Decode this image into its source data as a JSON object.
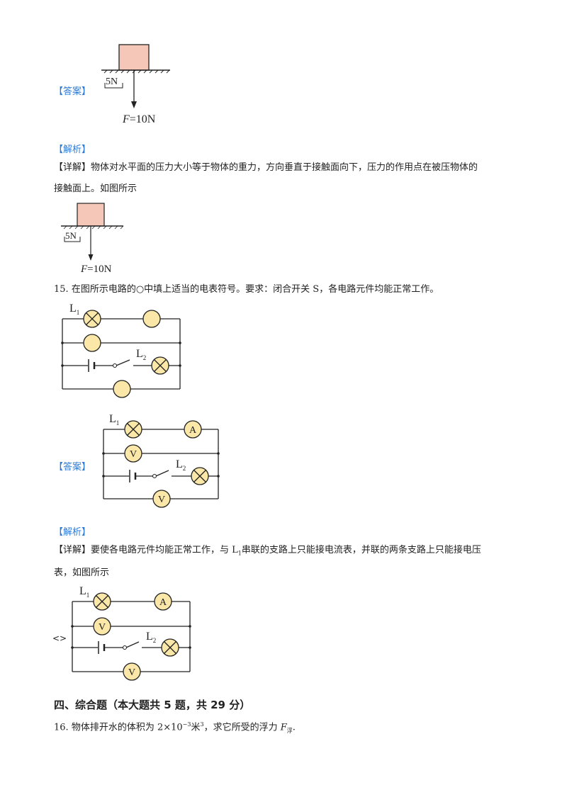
{
  "figure_labels": {
    "scale": "5N",
    "force_symbol": "F",
    "force_value": "=10N",
    "lamp1": "L",
    "lamp1_sub": "1",
    "lamp2": "L",
    "lamp2_sub": "2",
    "ammeter": "A",
    "voltmeter": "V"
  },
  "answer14": {
    "tag": "【答案】"
  },
  "analysis14": {
    "tag": "【解析】",
    "detail_tag": "【详解】",
    "line1": "物体对水平面的压力大小等于物体的重力，方向垂直于接触面向下，压力的作用点在被压物体的",
    "line2": "接触面上。如图所示"
  },
  "question15": {
    "number": "15.",
    "text": "在图所示电路的○中填上适当的电表符号。要求：闭合开关 S，各电路元件均能正常工作。"
  },
  "answer15": {
    "tag": "【答案】"
  },
  "analysis15": {
    "tag": "【解析】",
    "detail_tag": "【详解】",
    "line1_a": "要使各电路元件均能正常工作，与 L",
    "line1_sub": "1",
    "line1_b": "串联的支路上只能接电流表，并联的两条支路上只能接电压",
    "line2": "表，如图所示",
    "marker": "<>"
  },
  "section4": {
    "title": "四、综合题（本大题共 5 题，共 29 分）"
  },
  "question16": {
    "number": "16.",
    "text_a": "物体排开水的体积为 2×10",
    "text_exp": "−3",
    "text_b": "米",
    "text_exp2": "3",
    "text_c": "，求它所受的浮力 ",
    "text_F": "F",
    "text_sub": "浮",
    "text_end": "."
  }
}
